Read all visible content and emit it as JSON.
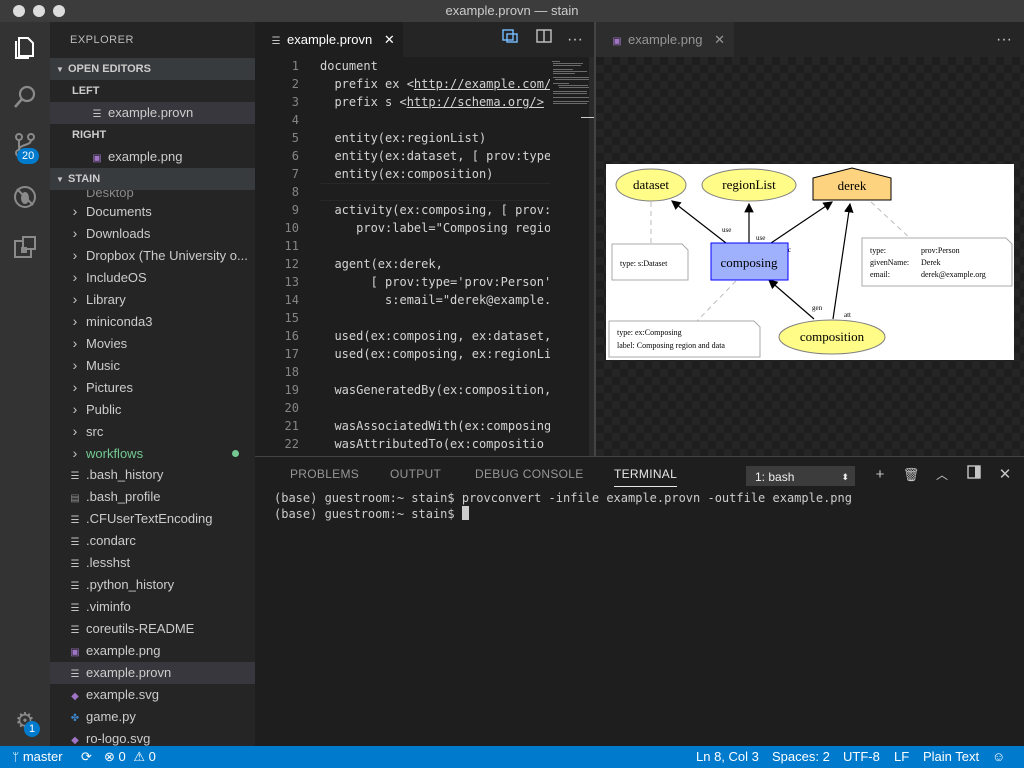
{
  "window": {
    "title": "example.provn — stain"
  },
  "activity": {
    "scm_badge": "20",
    "settings_badge": "1"
  },
  "sidebar": {
    "title": "EXPLORER",
    "open_editors": "OPEN EDITORS",
    "group_left": "LEFT",
    "group_left_file": "example.provn",
    "group_right": "RIGHT",
    "group_right_file": "example.png",
    "folder": "STAIN",
    "partial_item": "Desktop",
    "tree": [
      {
        "label": "Documents",
        "type": "folder"
      },
      {
        "label": "Downloads",
        "type": "folder"
      },
      {
        "label": "Dropbox (The University o...",
        "type": "folder"
      },
      {
        "label": "IncludeOS",
        "type": "folder"
      },
      {
        "label": "Library",
        "type": "folder"
      },
      {
        "label": "miniconda3",
        "type": "folder"
      },
      {
        "label": "Movies",
        "type": "folder"
      },
      {
        "label": "Music",
        "type": "folder"
      },
      {
        "label": "Pictures",
        "type": "folder"
      },
      {
        "label": "Public",
        "type": "folder"
      },
      {
        "label": "src",
        "type": "folder"
      },
      {
        "label": "workflows",
        "type": "folder-modified"
      },
      {
        "label": ".bash_history",
        "type": "file"
      },
      {
        "label": ".bash_profile",
        "type": "file-dark"
      },
      {
        "label": ".CFUserTextEncoding",
        "type": "file"
      },
      {
        "label": ".condarc",
        "type": "file"
      },
      {
        "label": ".lesshst",
        "type": "file"
      },
      {
        "label": ".python_history",
        "type": "file"
      },
      {
        "label": ".viminfo",
        "type": "file"
      },
      {
        "label": "coreutils-README",
        "type": "file"
      },
      {
        "label": "example.png",
        "type": "image"
      },
      {
        "label": "example.provn",
        "type": "file-selected"
      },
      {
        "label": "example.svg",
        "type": "svg"
      },
      {
        "label": "game.py",
        "type": "python"
      },
      {
        "label": "ro-logo.svg",
        "type": "svg"
      }
    ]
  },
  "editor_left": {
    "tab_label": "example.provn",
    "line_numbers": [
      "1",
      "2",
      "3",
      "4",
      "5",
      "6",
      "7",
      "8",
      "9",
      "10",
      "11",
      "12",
      "13",
      "14",
      "15",
      "16",
      "17",
      "18",
      "19",
      "20",
      "21",
      "22"
    ],
    "code": [
      "document",
      "  prefix ex <http://example.com/",
      "  prefix s <http://schema.org/>",
      "",
      "  entity(ex:regionList)",
      "  entity(ex:dataset, [ prov:type",
      "  entity(ex:composition)",
      "",
      "  activity(ex:composing, [ prov:",
      "     prov:label=\"Composing regio",
      "",
      "  agent(ex:derek,",
      "       [ prov:type='prov:Person'",
      "         s:email=\"derek@example.",
      "",
      "  used(ex:composing, ex:dataset,",
      "  used(ex:composing, ex:regionLi",
      "",
      "  wasGeneratedBy(ex:composition,",
      "",
      "  wasAssociatedWith(ex:composing",
      "  wasAttributedTo(ex:compositio"
    ]
  },
  "editor_right": {
    "tab_label": "example.png",
    "graph": {
      "nodes": {
        "dataset": "dataset",
        "regionList": "regionList",
        "derek": "derek",
        "composing": "composing",
        "composition": "composition"
      },
      "edges": {
        "use1": "use",
        "use2": "use",
        "assoc": "assoc",
        "gen": "gen",
        "att": "att"
      },
      "notes": {
        "dataset_type": "type: s:Dataset",
        "composing_type": "type:  ex:Composing",
        "composing_label": "label: Composing region and data",
        "derek_type_k": "type:",
        "derek_type_v": "prov:Person",
        "derek_given_k": "givenName:",
        "derek_given_v": "Derek",
        "derek_email_k": "email:",
        "derek_email_v": "derek@example.org"
      }
    }
  },
  "panel": {
    "tabs": [
      "PROBLEMS",
      "OUTPUT",
      "DEBUG CONSOLE",
      "TERMINAL"
    ],
    "terminal_select": "1: bash",
    "terminal_lines": [
      "(base) guestroom:~ stain$ provconvert -infile example.provn -outfile example.png",
      "(base) guestroom:~ stain$ "
    ]
  },
  "status": {
    "branch": "master",
    "errors": "0",
    "warnings": "0",
    "position": "Ln 8, Col 3",
    "spaces": "Spaces: 2",
    "encoding": "UTF-8",
    "eol": "LF",
    "language": "Plain Text"
  }
}
